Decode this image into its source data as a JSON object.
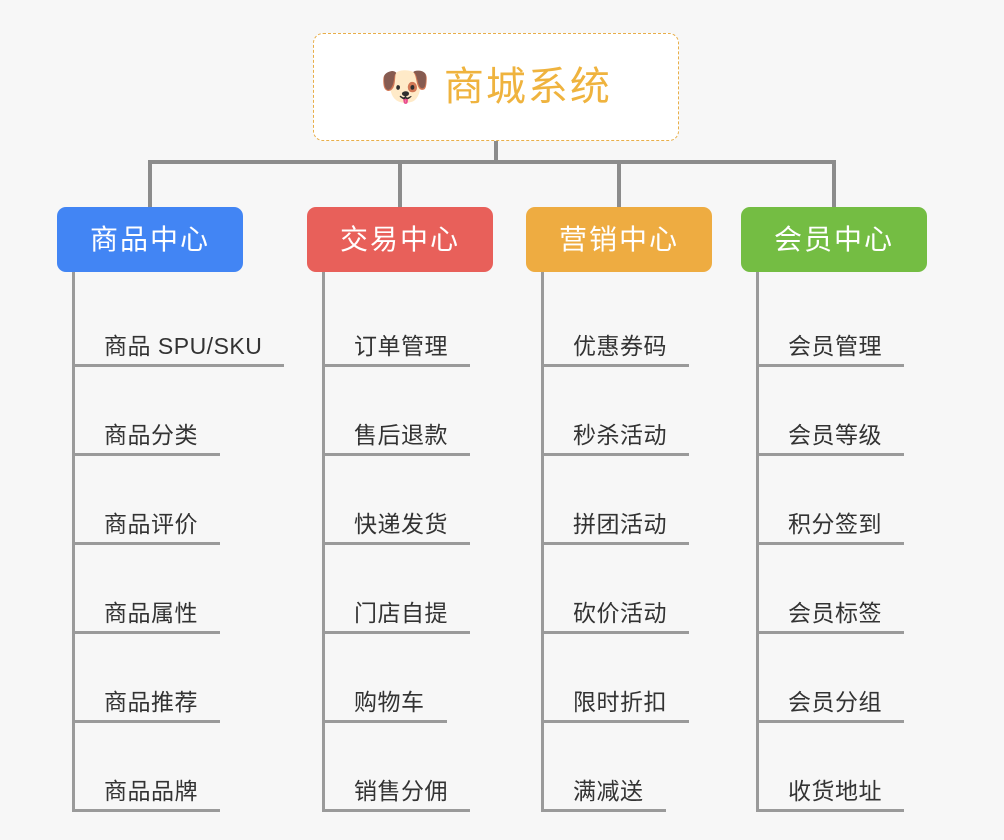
{
  "page": {
    "background_color": "#f7f7f7",
    "connector_color": "#8c8c8c",
    "leaf_line_color": "#9a9a9a",
    "leaf_text_color": "#333333"
  },
  "root": {
    "icon": "shiba-dog-emoji",
    "icon_glyph": "🐶",
    "title": "商城系统",
    "text_color": "#efb33e",
    "border_color": "#e8ae49",
    "background_color": "#ffffff"
  },
  "branches": [
    {
      "label": "商品中心",
      "color": "#4285f4",
      "items": [
        "商品 SPU/SKU",
        "商品分类",
        "商品评价",
        "商品属性",
        "商品推荐",
        "商品品牌"
      ]
    },
    {
      "label": "交易中心",
      "color": "#e8605a",
      "items": [
        "订单管理",
        "售后退款",
        "快递发货",
        "门店自提",
        "购物车",
        "销售分佣"
      ]
    },
    {
      "label": "营销中心",
      "color": "#eeac41",
      "items": [
        "优惠券码",
        "秒杀活动",
        "拼团活动",
        "砍价活动",
        "限时折扣",
        "满减送"
      ]
    },
    {
      "label": "会员中心",
      "color": "#74bd43",
      "items": [
        "会员管理",
        "会员等级",
        "积分签到",
        "会员标签",
        "会员分组",
        "收货地址"
      ]
    }
  ]
}
